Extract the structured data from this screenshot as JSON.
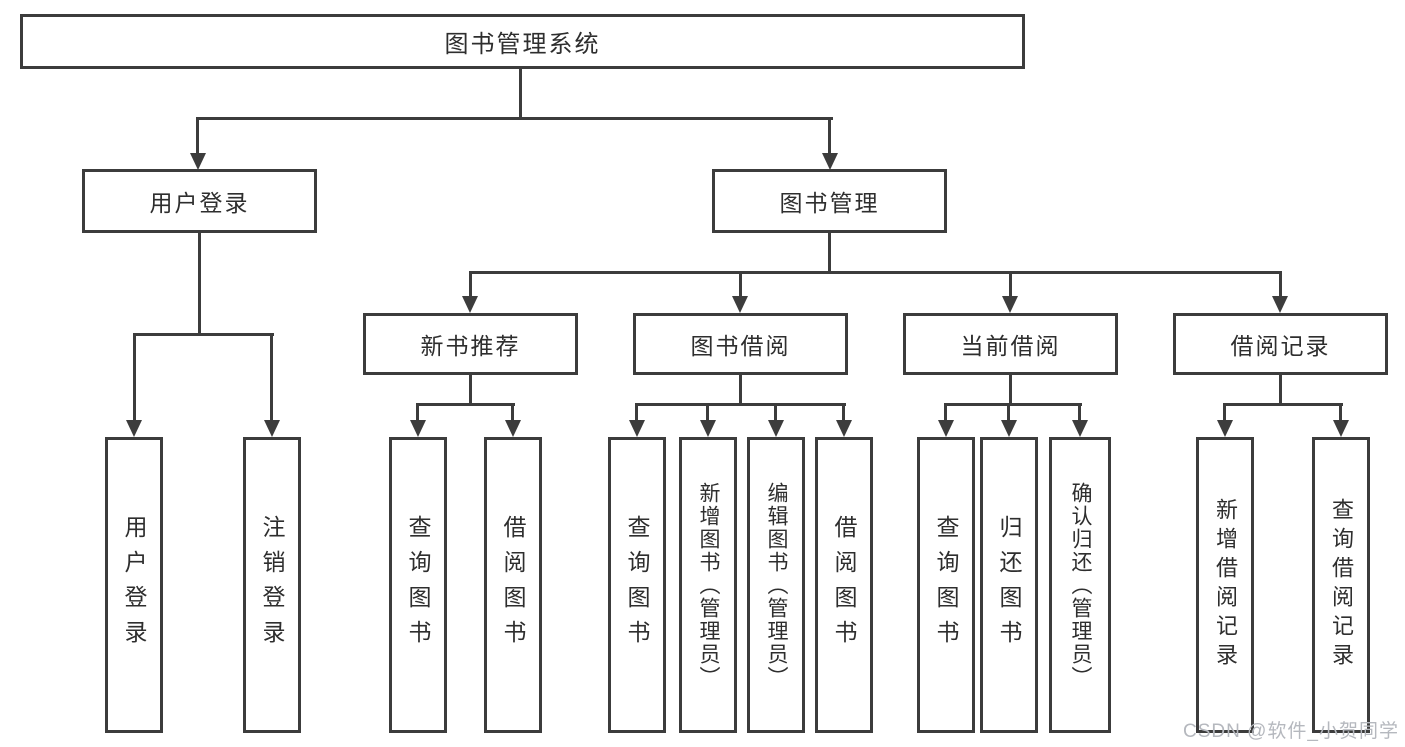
{
  "diagram": {
    "root": {
      "label": "图书管理系统"
    },
    "user_login": {
      "label": "用户登录",
      "children": [
        {
          "label": "用户登录"
        },
        {
          "label": "注销登录"
        }
      ]
    },
    "book_mgmt": {
      "label": "图书管理",
      "groups": [
        {
          "label": "新书推荐",
          "children": [
            {
              "label": "查询图书"
            },
            {
              "label": "借阅图书"
            }
          ]
        },
        {
          "label": "图书借阅",
          "children": [
            {
              "label": "查询图书"
            },
            {
              "label": "新增图书（管理员）"
            },
            {
              "label": "编辑图书（管理员）"
            },
            {
              "label": "借阅图书"
            }
          ]
        },
        {
          "label": "当前借阅",
          "children": [
            {
              "label": "查询图书"
            },
            {
              "label": "归还图书"
            },
            {
              "label": "确认归还（管理员）"
            }
          ]
        },
        {
          "label": "借阅记录",
          "children": [
            {
              "label": "新增借阅记录"
            },
            {
              "label": "查询借阅记录"
            }
          ]
        }
      ]
    },
    "watermark": "CSDN @软件_小贺同学",
    "colors": {
      "line": "#3c3c3c",
      "text": "#2e2e2e",
      "watermark": "#b5b8be",
      "background": "#ffffff"
    }
  }
}
